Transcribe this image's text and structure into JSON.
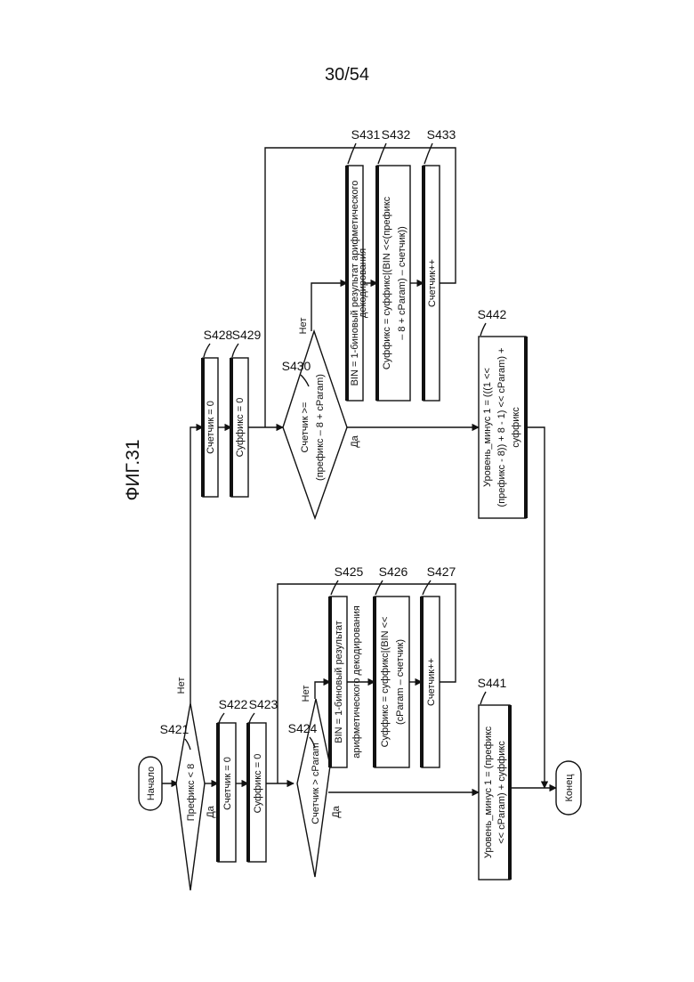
{
  "header": {
    "page_number": "30/54",
    "figure_title": "ФИГ.31"
  },
  "nodes": {
    "start": "Начало",
    "end": "Конец",
    "d421": "Префикс < 8",
    "d424": "Счетчик > cParam",
    "d430_line1": "Счетчик >=",
    "d430_line2": "(префикс – 8 + cParam)",
    "b422": "Счетчик = 0",
    "b423": "Суффикс = 0",
    "b428": "Счетчик = 0",
    "b429": "Суффикс = 0",
    "b425_line1": "BIN = 1-биновый результат",
    "b425_line2": "арифметического декодирования",
    "b426_line1": "Суффикс = суффикс|(BIN <<",
    "b426_line2": "(cParam – счетчик)",
    "b427": "Счетчик++",
    "b431_line1": "BIN = 1-биновый результат арифметического",
    "b431_line2": "декодирования",
    "b432_line1": "Суффикс = суффикс|(BIN <<(префикс",
    "b432_line2": "– 8 + cParam) – счетчик))",
    "b433": "Счетчик++",
    "b441_line1": "Уровень_минус 1 = (префикс",
    "b441_line2": "<< cParam) + суффикс",
    "b442_line1": "Уровень_минус 1 = (((1 <<",
    "b442_line2": "(префикс - 8)) + 8 - 1) << cParam) +",
    "b442_line3": "суффикс"
  },
  "labels": {
    "yes": "Да",
    "no": "Нет"
  },
  "steps": {
    "s421": "S421",
    "s422": "S422",
    "s423": "S423",
    "s424": "S424",
    "s425": "S425",
    "s426": "S426",
    "s427": "S427",
    "s428": "S428",
    "s429": "S429",
    "s430": "S430",
    "s431": "S431",
    "s432": "S432",
    "s433": "S433",
    "s441": "S441",
    "s442": "S442"
  }
}
